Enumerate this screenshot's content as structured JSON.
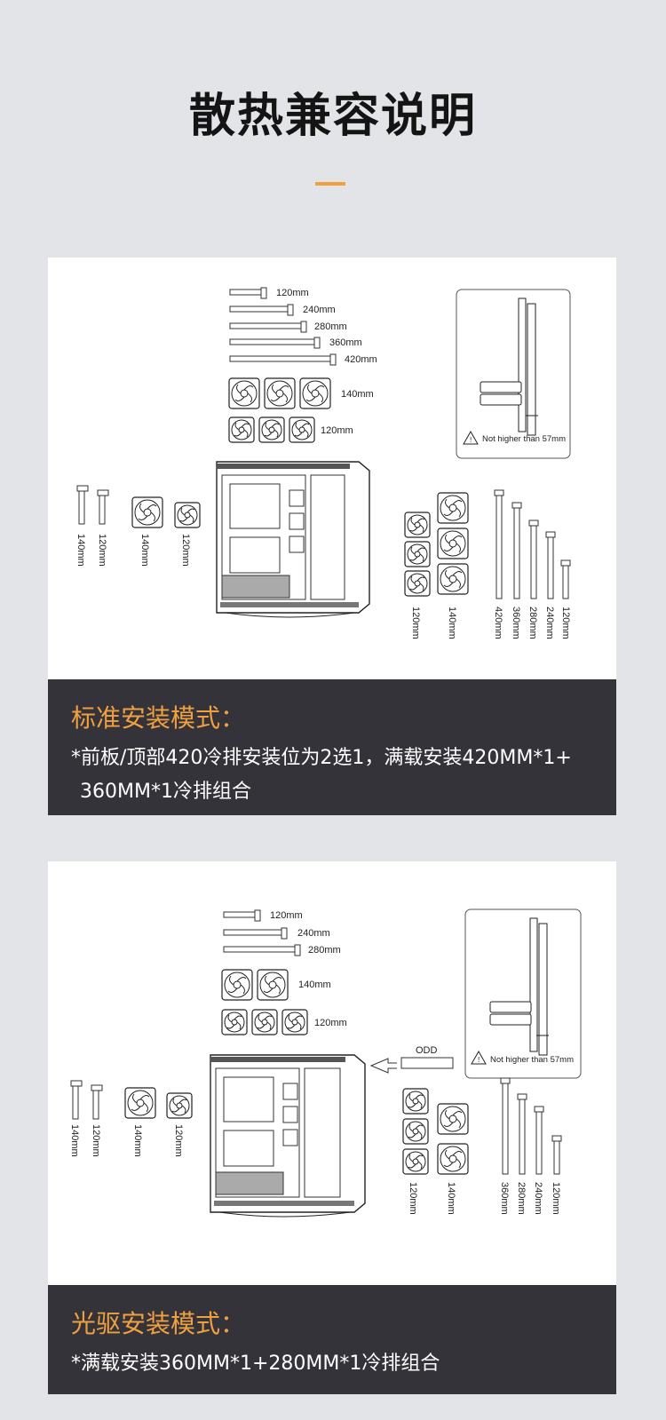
{
  "title": "散热兼容说明",
  "colors": {
    "accent": "#f0a040",
    "caption_bg": "#343339",
    "page_bg": "#e3e4e8"
  },
  "section1": {
    "diagram": {
      "radiators": [
        "120mm",
        "240mm",
        "280mm",
        "360mm",
        "420mm"
      ],
      "fan_rows": [
        "140mm",
        "120mm"
      ],
      "left_rad_labels": [
        "140mm",
        "120mm"
      ],
      "left_fan_labels": [
        "140mm",
        "120mm"
      ],
      "right_fan_labels": [
        "120mm",
        "140mm"
      ],
      "right_rad_labels": [
        "420mm",
        "360mm",
        "280mm",
        "240mm",
        "120mm"
      ],
      "note": "Not higher than 57mm"
    },
    "caption_title": "标准安装模式：",
    "caption_text": "*前板/顶部420冷排安装位为2选1，满载安装420MM*1+",
    "caption_text2": "360MM*1冷排组合"
  },
  "section2": {
    "diagram": {
      "radiators": [
        "120mm",
        "240mm",
        "280mm"
      ],
      "fan_rows": [
        "140mm",
        "120mm"
      ],
      "left_rad_labels": [
        "140mm",
        "120mm"
      ],
      "left_fan_labels": [
        "140mm",
        "120mm"
      ],
      "right_fan_labels": [
        "120mm",
        "140mm"
      ],
      "right_rad_labels": [
        "360mm",
        "280mm",
        "240mm",
        "120mm"
      ],
      "odd_label": "ODD",
      "note": "Not higher than 57mm"
    },
    "caption_title": "光驱安装模式：",
    "caption_text": "*满载安装360MM*1+280MM*1冷排组合"
  }
}
